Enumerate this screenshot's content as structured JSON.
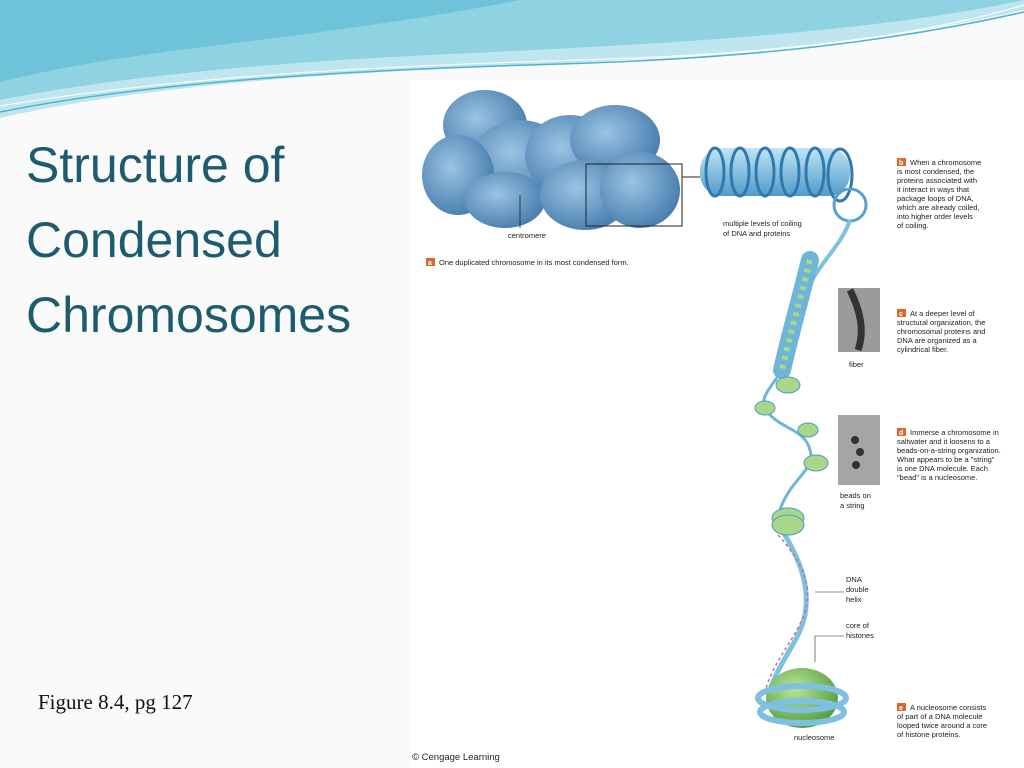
{
  "slide": {
    "title_lines": [
      "Structure of",
      "Condensed",
      "Chromosomes"
    ],
    "figure_reference": "Figure 8.4, pg 127"
  },
  "figure": {
    "labels": {
      "centromere": "centromere",
      "coiling_1": "multiple levels of coiling",
      "coiling_2": "of DNA and proteins",
      "fiber": "fiber",
      "beads_1": "beads on",
      "beads_2": "a string",
      "dna_1": "DNA",
      "dna_2": "double",
      "dna_3": "helix",
      "histone_1": "core of",
      "histone_2": "histones",
      "nucleosome": "nucleosome"
    },
    "panels": {
      "a": {
        "tag": "a",
        "lines": [
          "One duplicated chromosome in its most condensed form."
        ]
      },
      "b": {
        "tag": "b",
        "lines": [
          "When a chromosome",
          "is most condensed, the",
          "proteins associated with",
          "it interact in ways that",
          "package loops of DNA,",
          "which are already coiled,",
          "into higher order levels",
          "of coiling."
        ]
      },
      "c": {
        "tag": "c",
        "lines": [
          "At a deeper level of",
          "structural organization, the",
          "chromosomal proteins and",
          "DNA are organized as a",
          "cylindrical fiber."
        ]
      },
      "d": {
        "tag": "d",
        "lines": [
          "Immerse a chromosome in",
          "saltwater and it loosens to a",
          "beads-on-a-string organization.",
          "What appears to be a \"string\"",
          "is one DNA molecule. Each",
          "\"bead\" is a nucleosome."
        ]
      },
      "e": {
        "tag": "e",
        "lines": [
          "A nucleosome consists",
          "of part of a DNA molecule",
          "looped twice around a core",
          "of histone proteins."
        ]
      }
    },
    "copyright": "© Cengage Learning",
    "colors": {
      "chromosome": "#5f93c2",
      "tag": "#d46a2c",
      "nucleosome": "#7cc05a",
      "dna": "#c76d9a"
    }
  }
}
